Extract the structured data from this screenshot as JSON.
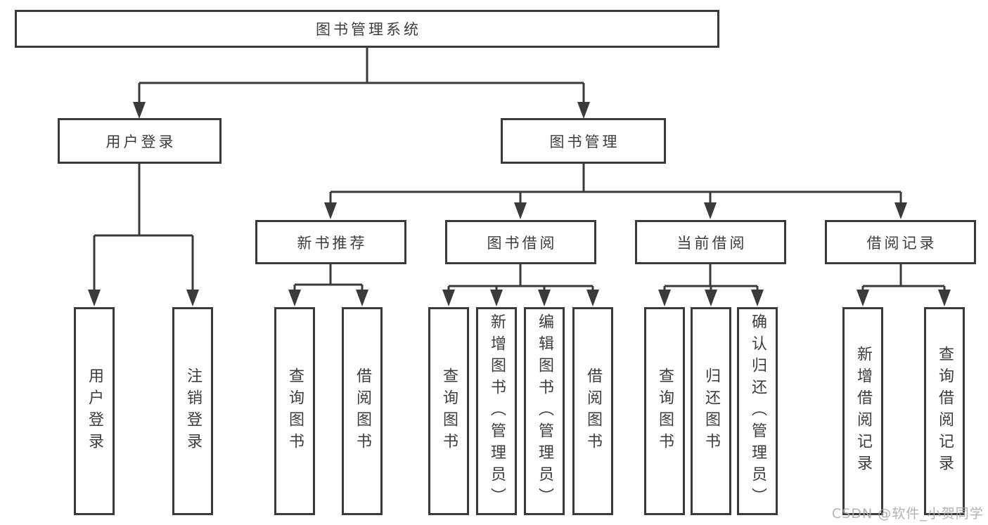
{
  "diagram": {
    "root": {
      "label": "图书管理系统"
    },
    "level2": [
      {
        "label": "用户登录",
        "children": [
          "用户登录",
          "注销登录"
        ]
      },
      {
        "label": "图书管理",
        "children": [
          "新书推荐",
          "图书借阅",
          "当前借阅",
          "借阅记录"
        ]
      }
    ],
    "level3": [
      {
        "label": "新书推荐",
        "parent": "图书管理",
        "children": [
          "查询图书",
          "借阅图书"
        ]
      },
      {
        "label": "图书借阅",
        "parent": "图书管理",
        "children": [
          "查询图书",
          "新增图书（管理员）",
          "编辑图书（管理员）",
          "借阅图书"
        ]
      },
      {
        "label": "当前借阅",
        "parent": "图书管理",
        "children": [
          "查询图书",
          "归还图书",
          "确认归还（管理员）"
        ]
      },
      {
        "label": "借阅记录",
        "parent": "图书管理",
        "children": [
          "新增借阅记录",
          "查询借阅记录"
        ]
      }
    ]
  },
  "watermark": {
    "text": "CSDN @软件_小贺同学"
  },
  "colors": {
    "line": "#3a3a3a",
    "text": "#3d3d3d",
    "background": "#ffffff",
    "watermark": "#a8a8a8"
  }
}
